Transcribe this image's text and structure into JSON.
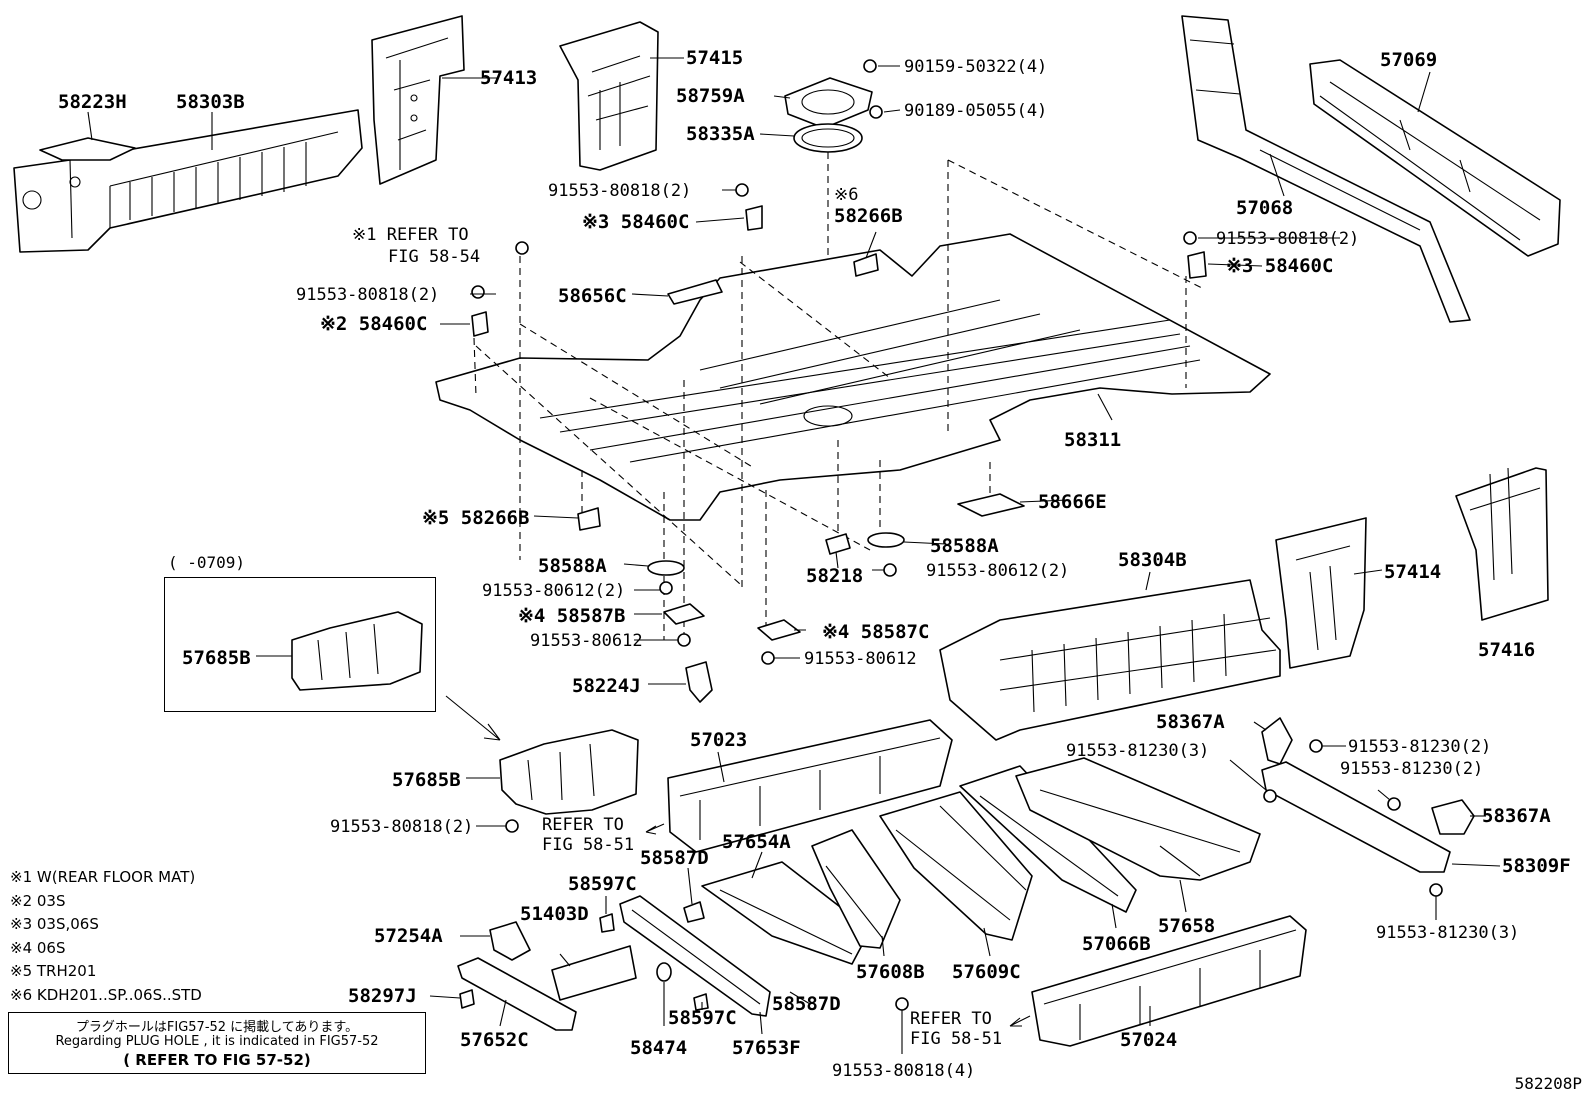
{
  "parts": {
    "p58223H": "58223H",
    "p58303B": "58303B",
    "p57413": "57413",
    "p57415": "57415",
    "p58759A": "58759A",
    "p58335A": "58335A",
    "p90159": "90159-50322(4)",
    "p90189": "90189-05055(4)",
    "p57069": "57069",
    "p57068": "57068",
    "p91553_80818_2a": "91553-80818(2)",
    "p58460C_3a": "※3 58460C",
    "p58266B_6": "58266B",
    "p58266B_6_mark": "※6",
    "p_refer_58_54": "※1 REFER TO",
    "p_refer_58_54_fig": "FIG 58-54",
    "p91553_80818_2b": "91553-80818(2)",
    "p58460C_2": "※2 58460C",
    "p58656C": "58656C",
    "p91553_80818_2c": "91553-80818(2)",
    "p58460C_3b": "※3 58460C",
    "p58311": "58311",
    "p58666E": "58666E",
    "p58266B_5": "※5 58266B",
    "p58588A_left": "58588A",
    "p58588A_right": "58588A",
    "p58218": "58218",
    "p91553_80612_2a": "91553-80612(2)",
    "p91553_80612_2b": "91553-80612(2)",
    "p58587B": "※4 58587B",
    "p91553_80612a": "91553-80612",
    "p58587C": "※4 58587C",
    "p91553_80612b": "91553-80612",
    "p58224J": "58224J",
    "p58304B": "58304B",
    "p57414": "57414",
    "p57416": "57416",
    "p57685B_inset": "57685B",
    "p57685B": "57685B",
    "p91553_80818_2d": "91553-80818(2)",
    "p57023": "57023",
    "p_refer_58_51a": "REFER TO",
    "p_refer_58_51a_fig": "FIG 58-51",
    "p58367A_top": "58367A",
    "p91553_81230_3a": "91553-81230(3)",
    "p91553_81230_2a": "91553-81230(2)",
    "p91553_81230_2b": "91553-81230(2)",
    "p58367A_right": "58367A",
    "p58309F": "58309F",
    "p91553_81230_3b": "91553-81230(3)",
    "p58587D_top": "58587D",
    "p57654A": "57654A",
    "p58597C_top": "58597C",
    "p51403D": "51403D",
    "p57254A": "57254A",
    "p58297J": "58297J",
    "p57652C": "57652C",
    "p58474": "58474",
    "p58597C_bot": "58597C",
    "p57653F": "57653F",
    "p58587D_bot": "58587D",
    "p57608B": "57608B",
    "p57609C": "57609C",
    "p57066B": "57066B",
    "p57658": "57658",
    "p57024": "57024",
    "p91553_80818_4": "91553-80818(4)",
    "p_refer_58_51b": "REFER TO",
    "p_refer_58_51b_fig": "FIG 58-51"
  },
  "inset": {
    "label": "(    -0709)"
  },
  "legend": [
    "※1 W(REAR FLOOR MAT)",
    "※2 03S",
    "※3 03S,06S",
    "※4 06S",
    "※5 TRH201",
    "※6 KDH201..SP..06S..STD"
  ],
  "note": {
    "jp": "プラグホールはFIG57-52 に掲載してあります。",
    "en": "Regarding PLUG HOLE , it is indicated in FIG57-52",
    "ref": "( REFER TO FIG 57-52)"
  },
  "figure_id": "582208P"
}
